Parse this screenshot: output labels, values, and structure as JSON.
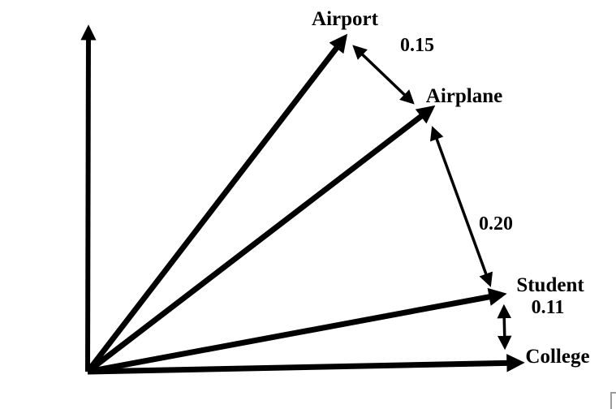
{
  "diagram": {
    "description": "Vector space diagram of word embeddings with pairwise distances",
    "vectors": [
      {
        "label": "Airport"
      },
      {
        "label": "Airplane"
      },
      {
        "label": "Student"
      },
      {
        "label": "College"
      }
    ],
    "distances": [
      {
        "between": [
          "Airport",
          "Airplane"
        ],
        "value": "0.15"
      },
      {
        "between": [
          "Airplane",
          "Student"
        ],
        "value": "0.20"
      },
      {
        "between": [
          "Student",
          "College"
        ],
        "value": "0.11"
      }
    ],
    "colors": {
      "ink": "#000000",
      "background": "#ffffff",
      "corner_artifact": "#9a9a9a"
    }
  }
}
